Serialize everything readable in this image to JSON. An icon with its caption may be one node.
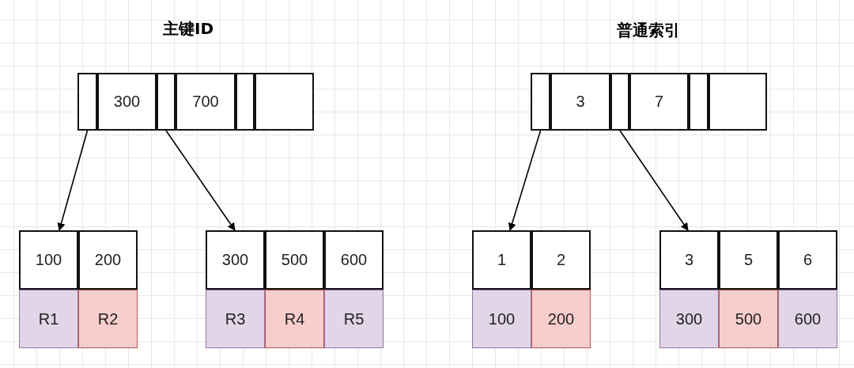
{
  "diagram": {
    "nodes": [
      {
        "text": [],
        "shape": "box"
      },
      {
        "text": [],
        "shape": "box",
        "in": 0
      },
      {
        "text": [
          "300"
        ],
        "in": 0
      },
      {
        "text": [],
        "shape": "box",
        "in": 0
      },
      {
        "text": [
          "700"
        ],
        "in": 0
      },
      {
        "text": [],
        "shape": "box",
        "in": 0
      },
      {
        "text": [],
        "shape": "box",
        "in": 0
      },
      {
        "text": [],
        "shape": "box"
      },
      {
        "text": [
          "100"
        ],
        "in": 7
      },
      {
        "text": [
          "200"
        ],
        "in": 7
      },
      {
        "text": [
          "R1"
        ],
        "in": 7
      },
      {
        "text": [
          "R2"
        ],
        "in": 7
      },
      {
        "text": [],
        "shape": "box"
      },
      {
        "text": [
          "300"
        ],
        "in": 12
      },
      {
        "text": [
          "500"
        ],
        "in": 12
      },
      {
        "text": [
          "600"
        ],
        "in": 12
      },
      {
        "text": [
          "R3"
        ],
        "in": 12
      },
      {
        "text": [
          "R4"
        ],
        "in": 12
      },
      {
        "text": [
          "R5"
        ],
        "in": 12
      },
      {
        "text": [],
        "shape": "box"
      },
      {
        "text": [],
        "shape": "box",
        "in": 19
      },
      {
        "text": [
          "3"
        ],
        "in": 19
      },
      {
        "text": [],
        "shape": "box",
        "in": 19
      },
      {
        "text": [
          "7"
        ],
        "in": 19
      },
      {
        "text": [],
        "shape": "box",
        "in": 19
      },
      {
        "text": [],
        "shape": "box",
        "in": 19
      },
      {
        "text": [],
        "shape": "box"
      },
      {
        "text": [
          "1"
        ],
        "in": 26
      },
      {
        "text": [
          "2"
        ],
        "in": 26
      },
      {
        "text": [
          "100"
        ],
        "in": 26
      },
      {
        "text": [
          "200"
        ],
        "in": 26
      },
      {
        "text": [],
        "shape": "box"
      },
      {
        "text": [
          "3"
        ],
        "in": 31
      },
      {
        "text": [
          "5"
        ],
        "in": 31
      },
      {
        "text": [
          "6"
        ],
        "in": 31
      },
      {
        "text": [
          "300"
        ],
        "in": 31
      },
      {
        "text": [
          "500"
        ],
        "in": 31
      },
      {
        "text": [
          "600"
        ],
        "in": 31
      }
    ],
    "edges": [
      {
        "from": 1,
        "to": 7,
        "arrow": "to"
      },
      {
        "from": 3,
        "to": 12,
        "arrow": "to"
      },
      {
        "from": 20,
        "to": 26,
        "arrow": "to"
      },
      {
        "from": 22,
        "to": 31,
        "arrow": "to"
      }
    ],
    "labels": [
      "主键ID",
      "普通索引"
    ]
  }
}
